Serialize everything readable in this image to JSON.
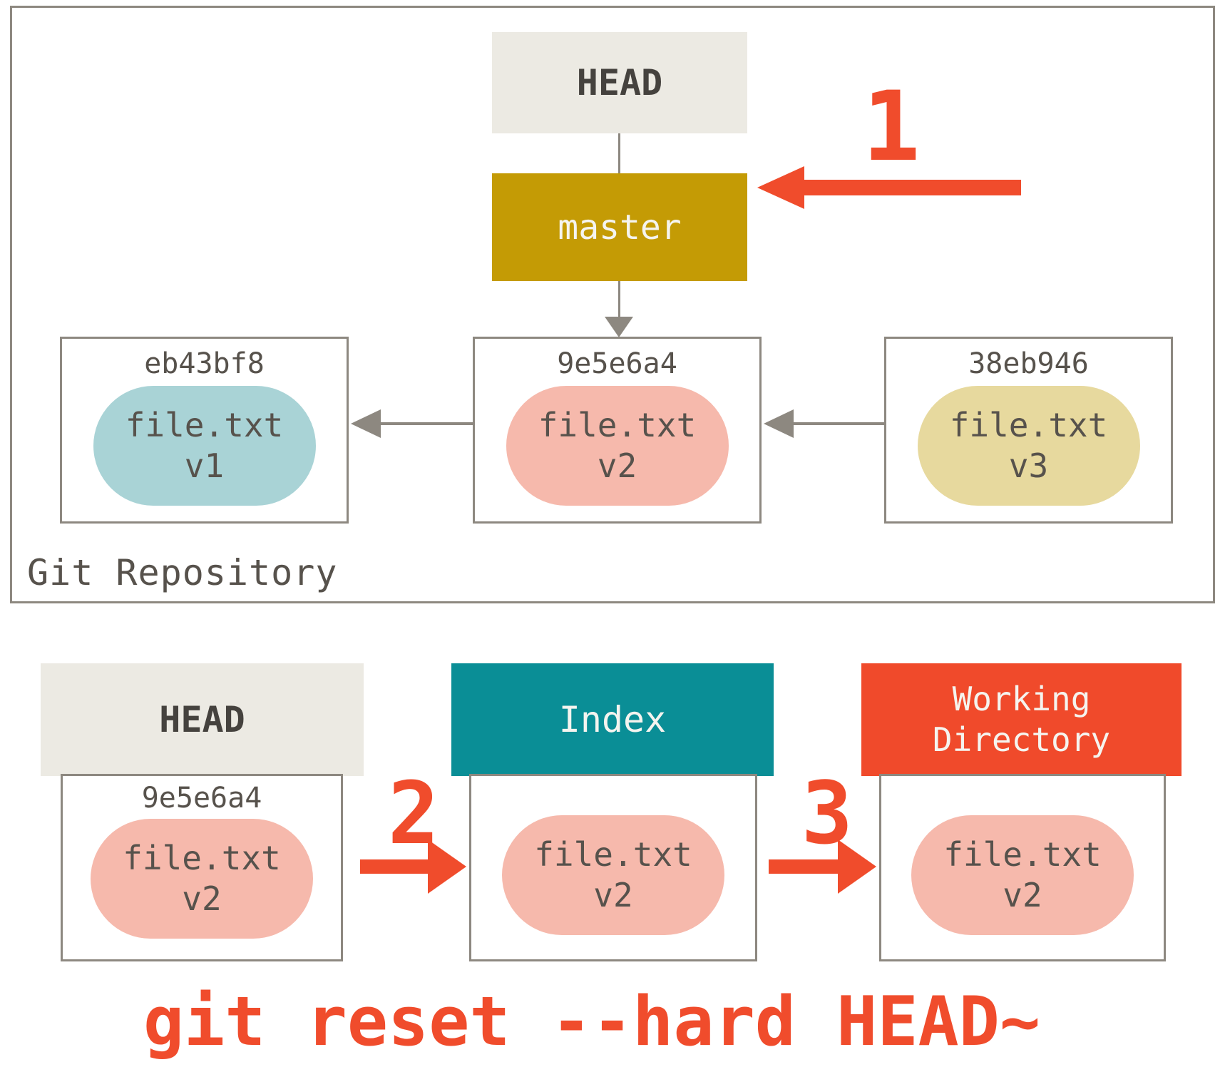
{
  "colors": {
    "gold": "#C49B05",
    "teal": "#0A8E96",
    "orange": "#F04A2B",
    "red": "#F04C2C",
    "beige": "#ECEAE3",
    "pill-pink": "#F6B9AC",
    "pill-blue": "#A9D3D6",
    "pill-yellow": "#E7D99E",
    "line-gray": "#8D8880",
    "ink": "#57524C"
  },
  "repo": {
    "label": "Git Repository",
    "head_label": "HEAD",
    "branch_label": "master",
    "step1_label": "1",
    "commits": [
      {
        "hash": "eb43bf8",
        "file": "file.txt",
        "version": "v1"
      },
      {
        "hash": "9e5e6a4",
        "file": "file.txt",
        "version": "v2"
      },
      {
        "hash": "38eb946",
        "file": "file.txt",
        "version": "v3"
      }
    ]
  },
  "areas": {
    "step2_label": "2",
    "step3_label": "3",
    "head": {
      "title": "HEAD",
      "hash": "9e5e6a4",
      "file": "file.txt",
      "version": "v2"
    },
    "index": {
      "title": "Index",
      "file": "file.txt",
      "version": "v2"
    },
    "workdir": {
      "title_line1": "Working",
      "title_line2": "Directory",
      "file": "file.txt",
      "version": "v2"
    }
  },
  "command": "git reset --hard HEAD~"
}
